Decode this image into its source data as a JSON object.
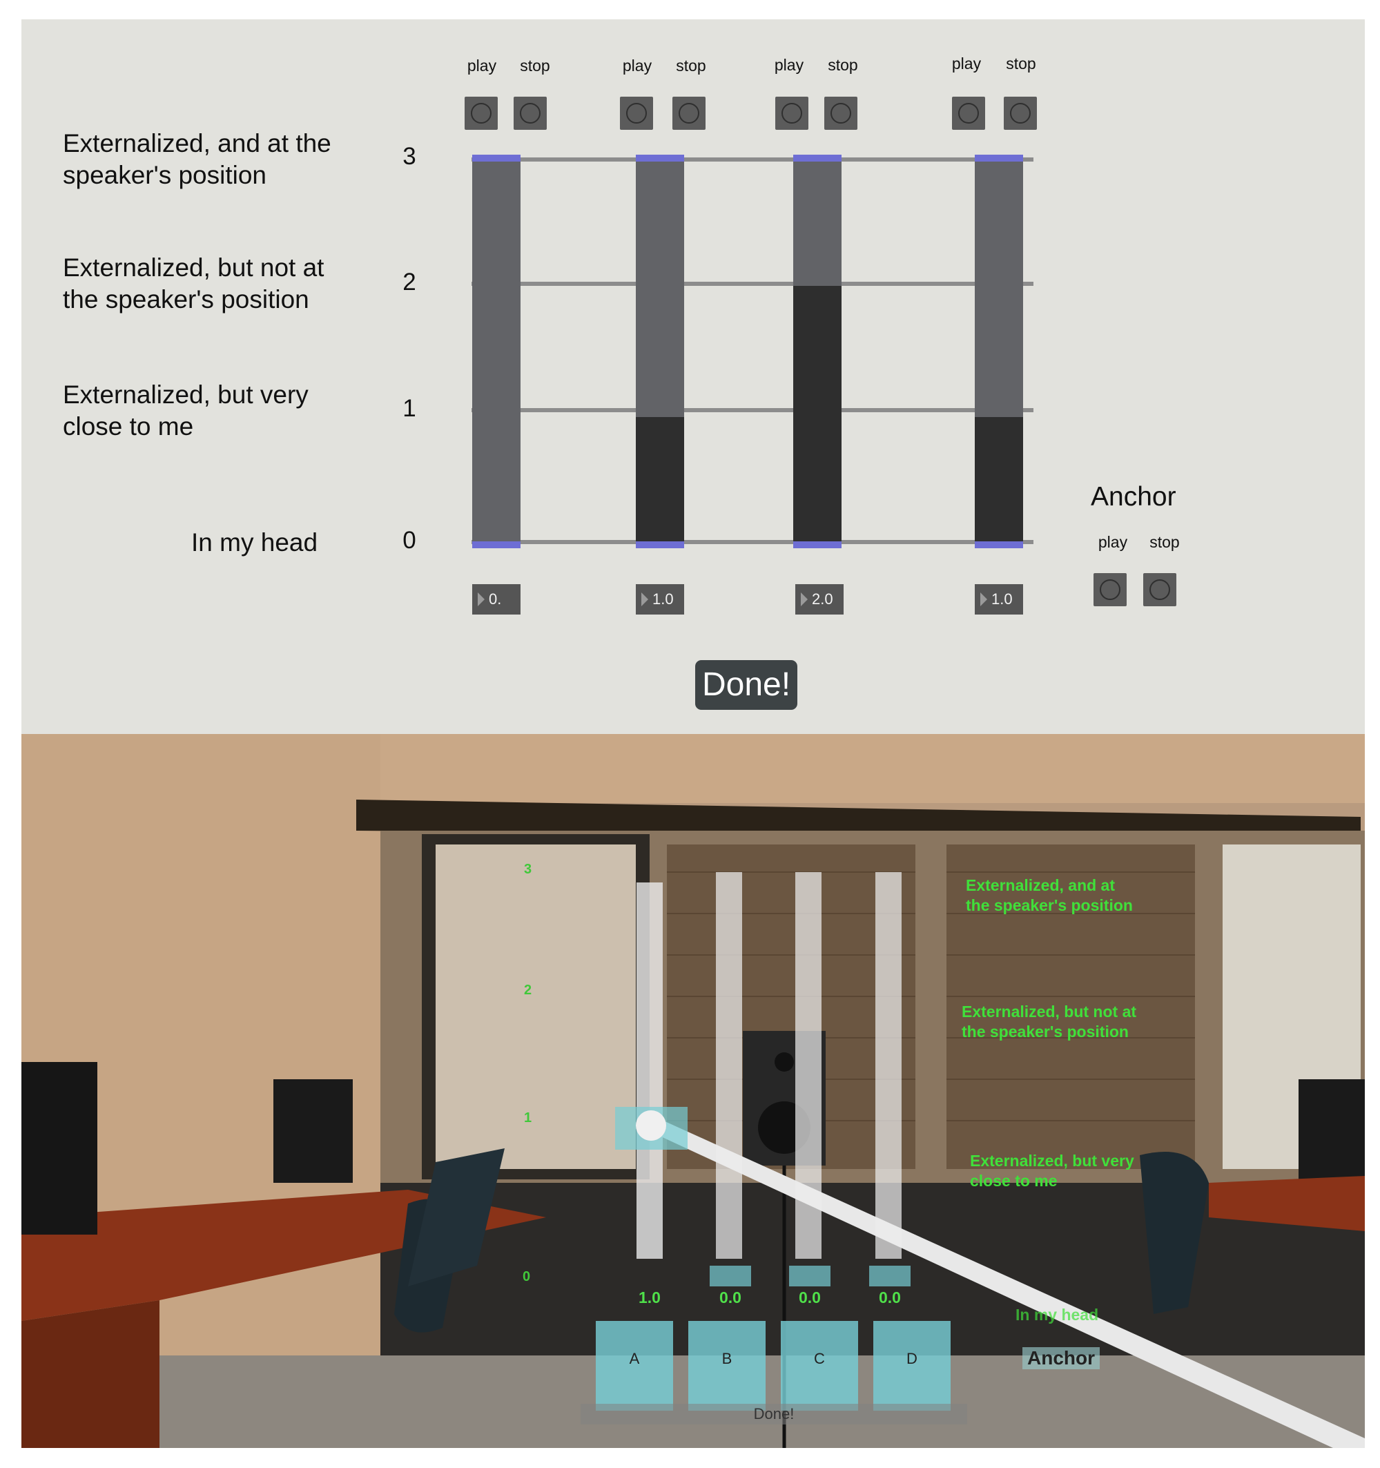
{
  "top_panel": {
    "play_label": "play",
    "stop_label": "stop",
    "rows": [
      {
        "label_line1": "Externalized, and at the",
        "label_line2": "speaker's position",
        "number": "3"
      },
      {
        "label_line1": "Externalized, but not at",
        "label_line2": "the speaker's position",
        "number": "2"
      },
      {
        "label_line1": "Externalized, but very",
        "label_line2": "close to me",
        "number": "1"
      },
      {
        "label_line1": "In my head",
        "label_line2": "",
        "number": "0"
      }
    ],
    "sliders": [
      {
        "value": 0.0,
        "display": "0."
      },
      {
        "value": 1.0,
        "display": "1.0"
      },
      {
        "value": 2.0,
        "display": "2.0"
      },
      {
        "value": 1.0,
        "display": "1.0"
      }
    ],
    "scale_max": 3,
    "anchor": {
      "title": "Anchor",
      "play_label": "play",
      "stop_label": "stop"
    },
    "done_label": "Done!",
    "colors": {
      "background": "#e2e2dd",
      "slider_track": "#626367",
      "slider_fill": "#2e2e2e",
      "slider_cap": "#6e6ed4"
    }
  },
  "vr_panel": {
    "ticks": [
      "3",
      "2",
      "1",
      "0"
    ],
    "labels": [
      {
        "line1": "Externalized, and at",
        "line2": "the speaker's position"
      },
      {
        "line1": "Externalized, but not at",
        "line2": "the speaker's position"
      },
      {
        "line1": "Externalized, but very",
        "line2": "close to me"
      },
      {
        "line1": "In my head",
        "line2": ""
      }
    ],
    "values": [
      "1.0",
      "0.0",
      "0.0",
      "0.0"
    ],
    "buttons": [
      "A",
      "B",
      "C",
      "D"
    ],
    "anchor_label": "Anchor",
    "done_label": "Done!",
    "colors": {
      "text": "#40e03a",
      "button": "#76cdd4"
    }
  }
}
